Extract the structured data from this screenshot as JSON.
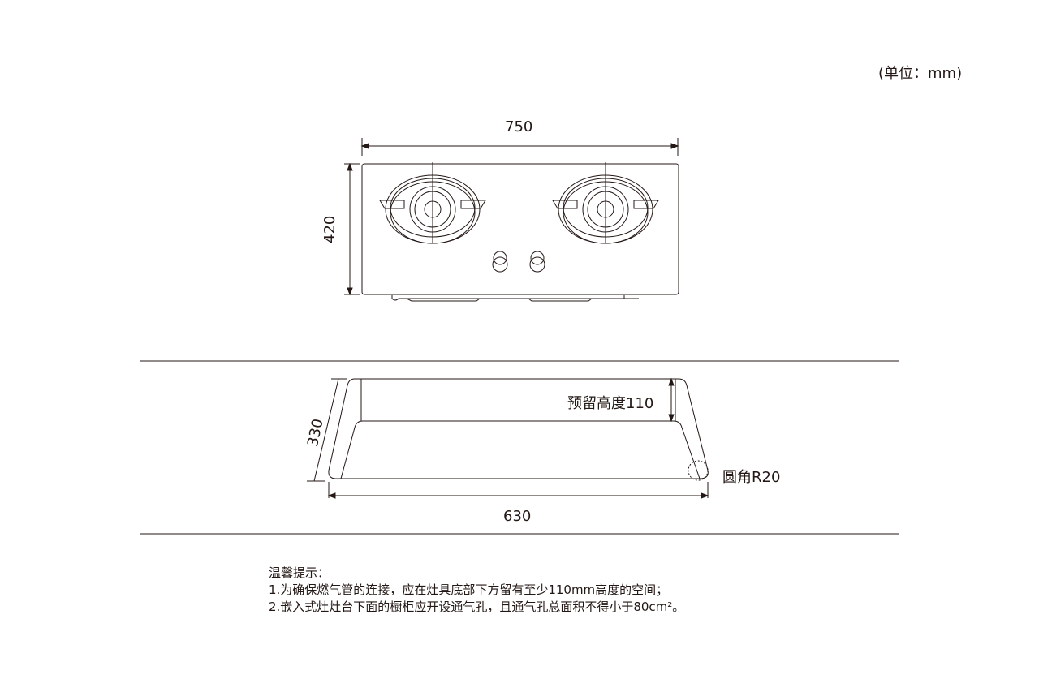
{
  "unit_label": "(单位：mm)",
  "top_view": {
    "width_label": "750",
    "depth_label": "420"
  },
  "cutout": {
    "depth_label": "330",
    "width_label": "630",
    "reserve_height_label": "预留高度110",
    "corner_radius_label": "圆角R20"
  },
  "notes": {
    "title": "温馨提示：",
    "items": [
      "1.为确保燃气管的连接，应在灶具底部下方留有至少110mm高度的空间；",
      "2.嵌入式灶灶台下面的橱柜应开设通气孔，且通气孔总面积不得小于80cm²。"
    ]
  }
}
